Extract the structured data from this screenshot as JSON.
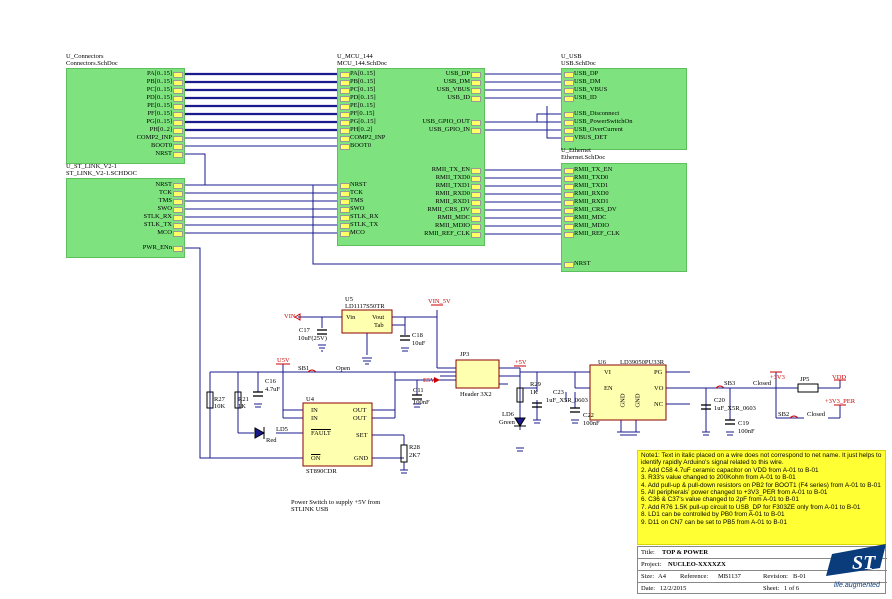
{
  "sheets": {
    "connectors": {
      "ref": "U_Connectors",
      "file": "Connectors.SchDoc",
      "pins": [
        "PA[0..15]",
        "PB[0..15]",
        "PC[0..15]",
        "PD[0..15]",
        "PE[0..15]",
        "PF[0..15]",
        "PG[0..15]",
        "PH[0..2]",
        "COMP2_INP",
        "BOOT0",
        "NRST"
      ]
    },
    "stlink": {
      "ref": "U_ST_LINK_V2-1",
      "file": "ST_LINK_V2-1.SCHDOC",
      "pins": [
        "NRST",
        "TCK",
        "TMS",
        "SWO",
        "STLK_RX",
        "STLK_TX",
        "MCO",
        "PWR_ENn"
      ]
    },
    "mcu": {
      "ref": "U_MCU_144",
      "file": "MCU_144.SchDoc",
      "left_pins": [
        "PA[0..15]",
        "PB[0..15]",
        "PC[0..15]",
        "PD[0..15]",
        "PE[0..15]",
        "PF[0..15]",
        "PG[0..15]",
        "PH[0..2]",
        "COMP2_INP",
        "BOOT0"
      ],
      "left_pins2": [
        "NRST",
        "TCK",
        "TMS",
        "SWO",
        "STLK_RX",
        "STLK_TX",
        "MCO"
      ],
      "right_pins": [
        "USB_DP",
        "USB_DM",
        "USB_VBUS",
        "USB_ID"
      ],
      "right_pins_gpio": [
        "USB_GPIO_OUT",
        "USB_GPIO_IN"
      ],
      "right_pins_eth": [
        "RMII_TX_EN",
        "RMII_TXD0",
        "RMII_TXD1",
        "RMII_RXD0",
        "RMII_RXD1",
        "RMII_CRS_DV",
        "RMII_MDC",
        "RMII_MDIO",
        "RMII_REF_CLK"
      ]
    },
    "usb": {
      "ref": "U_USB",
      "file": "USB.SchDoc",
      "pins": [
        "USB_DP",
        "USB_DM",
        "USB_VBUS",
        "USB_ID"
      ],
      "pins2": [
        "USB_Disconnect",
        "USB_PowerSwitchOn",
        "USB_OverCurrent",
        "VBUS_DET"
      ]
    },
    "ethernet": {
      "ref": "U_Ethernet",
      "file": "Ethernet.SchDoc",
      "pins": [
        "RMII_TX_EN",
        "RMII_TXD0",
        "RMII_TXD1",
        "RMII_RXD0",
        "RMII_RXD1",
        "RMII_CRS_DV",
        "RMII_MDC",
        "RMII_MDIO",
        "RMII_REF_CLK"
      ],
      "nrst": "NRST"
    }
  },
  "power": {
    "u5": {
      "ref": "U5",
      "part": "LD1117S50TR",
      "vin": "Vin",
      "vout": "Vout",
      "tab": "Tab"
    },
    "vin_label": "VIN",
    "vin5v_label": "VIN_5V",
    "e5v_label": "E5V",
    "u5v_label": "U5V",
    "p5v_label": "+5V",
    "c17": "C17",
    "c17v": "10uF(25V)",
    "c18": "C18",
    "c18v": "10uF",
    "jp3": "JP3",
    "jp3_desc": "Header 3X2",
    "c16": "C16",
    "c16v": "4.7uF",
    "r27": "R27",
    "r27v": "10K",
    "r21": "R21",
    "r21v": "1K",
    "sb1": "SB1",
    "sb1v": "Open",
    "u4": {
      "ref": "U4",
      "part": "ST890CDR",
      "in": "IN",
      "out": "OUT",
      "fault": "FAULT",
      "set": "SET",
      "on": "ON",
      "gnd": "GND"
    },
    "ld5": "LD5",
    "ld5c": "Red",
    "c11": "C11",
    "c11v": "100nF",
    "r28": "R28",
    "r28v": "2K7",
    "switch_note": "Power Switch to supply +5V from STLINK USB",
    "u6": {
      "ref": "U6",
      "part": "LD39050PU33R",
      "vi": "VI",
      "pg": "PG",
      "en": "EN",
      "vo": "VO",
      "gnd": "GND",
      "gnd2": "GND",
      "nc": "NC"
    },
    "r29": "R29",
    "r29v": "1K",
    "ld6": "LD6",
    "ld6c": "Green",
    "c23": "C23",
    "c23v": "1uF_X5R_0603",
    "c22": "C22",
    "c22v": "100nF",
    "c20": "C20",
    "c20v": "1uF_X5R_0603",
    "c19": "C19",
    "c19v": "100nF",
    "sb3": "SB3",
    "sb3v": "Closed",
    "sb2": "SB2",
    "sb2v": "Closed",
    "jp5": "JP5",
    "p3v3": "+3V3",
    "vdd": "VDD",
    "p3v3per": "+3V3_PER"
  },
  "note_lines": [
    "Note1: Text in italic placed on a wire does not correspond to net name. It just helps to identify rapidly Arduino's signal related to this wire.",
    "2. Add C58 4.7uF ceramic capacitor on VDD from A-01 to B-01",
    "3. R33's value changed to 200Kohm from A-01 to B-01",
    "4. Add pull-up & pull-down resistors on PB2 for BOOT1 (F4 series) from A-01 to B-01",
    "5. All peripherals' power changed to +3V3_PER from A-01 to B-01",
    "6. C36 & C37's value changed to 2pF from A-01 to B-01",
    "7. Add R76 1.5K pull-up circuit to USB_DP for F303ZE only from A-01 to B-01",
    "8. LD1 can be controlled by PB0 from A-01 to B-01",
    "9. D11 on CN7 can be set to PB5 from A-01 to B-01"
  ],
  "titleblock": {
    "title_label": "Title:",
    "title": "TOP & POWER",
    "project_label": "Project:",
    "project": "NUCLEO-XXXXZX",
    "size_label": "Size:",
    "size": "A4",
    "ref_label": "Reference:",
    "reference": "MB1137",
    "rev_label": "Revision:",
    "revision": "B-01",
    "date_label": "Date:",
    "date": "12/2/2015",
    "sheet_label": "Sheet:",
    "sheet": "1 of 6"
  },
  "logo": {
    "text": "life.augmented",
    "brand": "ST"
  },
  "colors": {
    "sheet_fill": "#7ee27e",
    "bus": "#1a1a8c",
    "wire": "#1a1a8c",
    "note": "#ffff33",
    "red": "#cc0000"
  }
}
